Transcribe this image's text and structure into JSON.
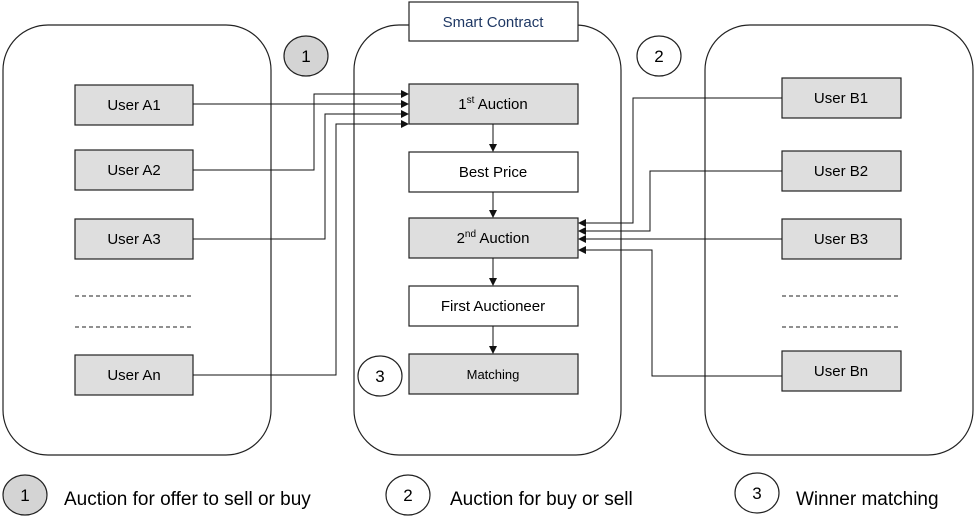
{
  "contract_label": "Smart Contract",
  "panels": {
    "left_badge": "1",
    "middle_badge": "2",
    "matching_badge": "3"
  },
  "sellers": [
    "User A1",
    "User A2",
    "User A3",
    "User An"
  ],
  "buyers": [
    "User B1",
    "User B2",
    "User B3",
    "User Bn"
  ],
  "steps": {
    "first_auction": {
      "main": "1",
      "sup": "st",
      "rest": " Auction"
    },
    "best_price": "Best Price",
    "second_auction": {
      "main": "2",
      "sup": "nd",
      "rest": " Auction"
    },
    "first_auctioneer": "First Auctioneer",
    "matching": "Matching"
  },
  "legend": [
    {
      "badge": "1",
      "text": "Auction for offer to sell or buy"
    },
    {
      "badge": "2",
      "text": "Auction for buy or sell"
    },
    {
      "badge": "3",
      "text": "Winner matching"
    }
  ],
  "colors": {
    "box_gray": "#dedede",
    "badge_gray": "#d4d4d4",
    "border": "#222222",
    "title_text": "#1f3864"
  }
}
